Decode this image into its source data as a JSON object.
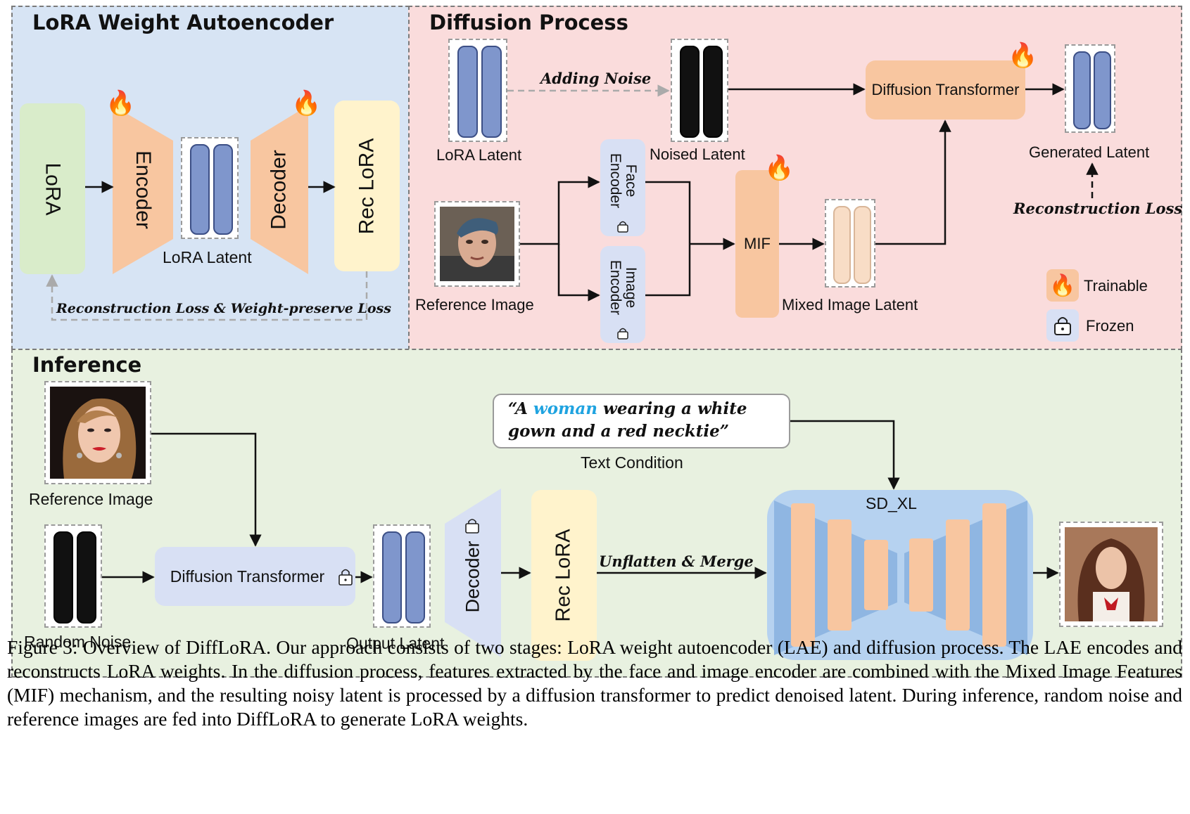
{
  "panels": {
    "lae": {
      "title": "LoRA Weight Autoencoder",
      "bg": "#d7e4f4"
    },
    "diffusion": {
      "title": "Diffusion Process",
      "bg": "#fadcdc"
    },
    "inference": {
      "title": "Inference",
      "bg": "#e8f1e0"
    }
  },
  "lae": {
    "lora": "LoRA",
    "encoder": "Encoder",
    "decoder": "Decoder",
    "rec_lora": "Rec LoRA",
    "latent_label": "LoRA Latent",
    "loss": "Reconstruction Loss & Weight-preserve Loss"
  },
  "diffusion": {
    "lora_latent": "LoRA Latent",
    "adding_noise": "Adding Noise",
    "noised_latent": "Noised Latent",
    "dit": "Diffusion Transformer",
    "generated_latent": "Generated Latent",
    "recon_loss": "Reconstruction Loss",
    "face_encoder": "Face Encoder",
    "image_encoder": "Image Encoder",
    "reference_image": "Reference Image",
    "mif": "MIF",
    "mixed_latent": "Mixed Image Latent"
  },
  "legend": {
    "trainable": "Trainable",
    "frozen": "Frozen"
  },
  "inference": {
    "reference_image": "Reference Image",
    "random_noise": "Random Noise",
    "dit": "Diffusion Transformer",
    "output_latent": "Output Latent",
    "decoder": "Decoder",
    "rec_lora": "Rec LoRA",
    "unflatten": "Unflatten & Merge",
    "sdxl": "SD_XL",
    "text_q_open": "“A ",
    "text_highlight": "woman",
    "text_rest1": " wearing a white",
    "text_line2": "gown and a red necktie”",
    "text_condition": "Text Condition"
  },
  "caption": "Figure 3: Overview of DiffLoRA. Our approach consists of two stages: LoRA weight autoencoder (LAE) and diffusion process. The LAE encodes and reconstructs LoRA weights. In the diffusion process, features extracted by the face and image encoder are combined with the Mixed Image Features (MIF) mechanism, and the resulting noisy latent is processed by a diffusion transformer to predict denoised latent. During inference, random noise and reference images are fed into DiffLoRA to generate LoRA weights.",
  "colors": {
    "peach": "#f8c6a0",
    "cream": "#fff3cc",
    "lightgreen": "#d9ecca",
    "lavender": "#d8e0f4",
    "highlight": "#1fa3e0"
  },
  "icons": [
    "flame-icon",
    "lock-icon",
    "arrow-icon"
  ]
}
